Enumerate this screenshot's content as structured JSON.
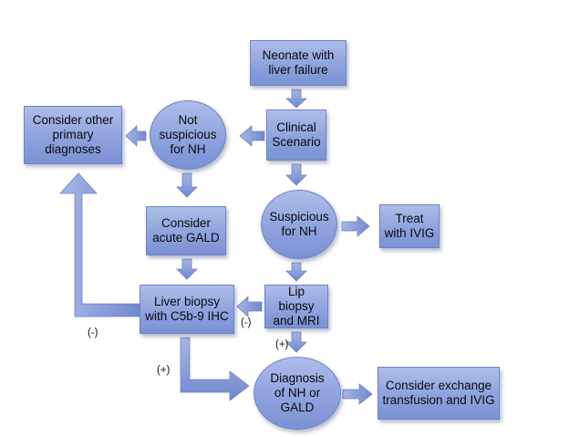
{
  "nodes": {
    "neonate": "Neonate with\nliver failure",
    "clinical": "Clinical\nScenario",
    "not_suspicious": "Not\nsuspicious\nfor NH",
    "consider_other": "Consider other\nprimary\ndiagnoses",
    "suspicious": "Suspicious\nfor NH",
    "treat": "Treat\nwith IVIG",
    "consider_gald": "Consider\nacute GALD",
    "liver_biopsy": "Liver biopsy\nwith C5b-9 IHC",
    "lip_biopsy": "Lip biopsy\nand MRI",
    "diagnosis": "Diagnosis\nof NH or\nGALD",
    "exchange": "Consider exchange\ntransfusion and IVIG"
  },
  "edge_labels": {
    "lip_neg": "(-)",
    "liver_neg": "(-)",
    "lip_pos": "(+)",
    "liver_pos": "(+)"
  },
  "colors": {
    "node_fill": "#8ea3de",
    "arrow_fill": "#7f95d5",
    "border": "#6d83c6"
  }
}
